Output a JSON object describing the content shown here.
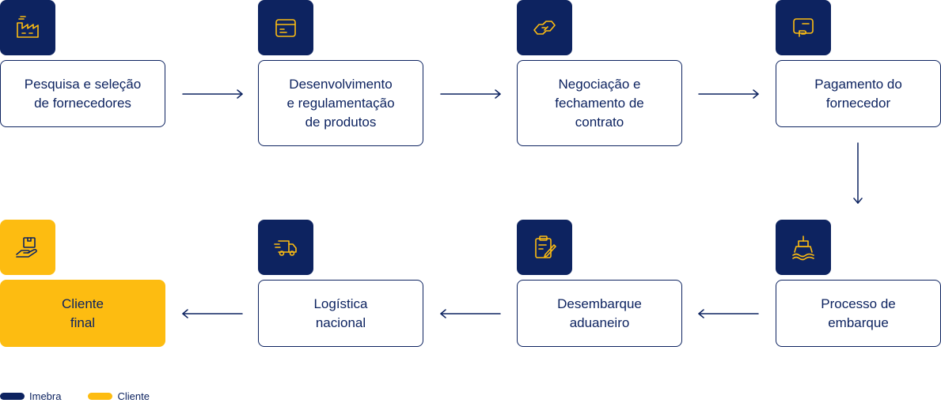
{
  "colors": {
    "imebra": "#0d2360",
    "cliente": "#fdbc11"
  },
  "steps": [
    {
      "label": "Pesquisa e seleção\nde fornecedores",
      "icon": "factory-icon",
      "owner": "imebra"
    },
    {
      "label": "Desenvolvimento\ne regulamentação\nde produtos",
      "icon": "product-box-icon",
      "owner": "imebra"
    },
    {
      "label": "Negociação e\nfechamento de\ncontrato",
      "icon": "handshake-icon",
      "owner": "imebra"
    },
    {
      "label": "Pagamento do\nfornecedor",
      "icon": "payment-icon",
      "owner": "imebra"
    },
    {
      "label": "Processo de\nembarque",
      "icon": "ship-icon",
      "owner": "imebra"
    },
    {
      "label": "Desembarque\naduaneiro",
      "icon": "clipboard-icon",
      "owner": "imebra"
    },
    {
      "label": "Logística\nnacional",
      "icon": "truck-icon",
      "owner": "imebra"
    },
    {
      "label": "Cliente\nfinal",
      "icon": "hand-box-icon",
      "owner": "cliente"
    }
  ],
  "legend": [
    {
      "label": "Imebra",
      "owner": "imebra"
    },
    {
      "label": "Cliente",
      "owner": "cliente"
    }
  ]
}
